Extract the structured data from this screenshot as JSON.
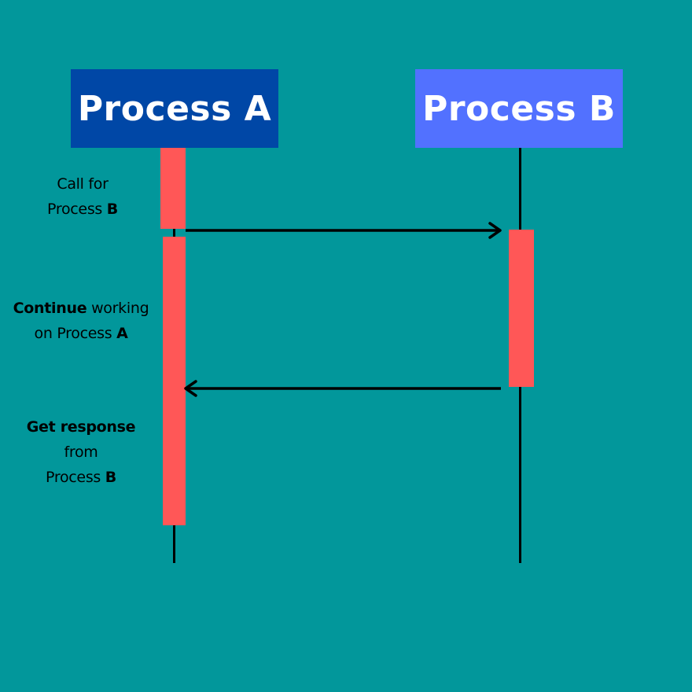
{
  "colors": {
    "background": "#02979b",
    "process_a_box": "#0047a6",
    "process_b_box": "#5271ff",
    "activation": "#ff5757",
    "line": "#000000",
    "box_text": "#ffffff"
  },
  "participants": [
    {
      "label": "Process A"
    },
    {
      "label": "Process B"
    }
  ],
  "messages": [
    {
      "from": "Process A",
      "to": "Process B"
    },
    {
      "from": "Process B",
      "to": "Process A"
    }
  ],
  "notes": {
    "call": {
      "line1": "Call for",
      "line2_prefix": "Process ",
      "line2_bold": "B"
    },
    "continue": {
      "line1_bold": "Continue",
      "line1_suffix": " working",
      "line2_prefix": "on Process ",
      "line2_bold": "A"
    },
    "response": {
      "line1_bold": "Get response",
      "line2": "from",
      "line3_prefix": "Process ",
      "line3_bold": "B"
    }
  }
}
